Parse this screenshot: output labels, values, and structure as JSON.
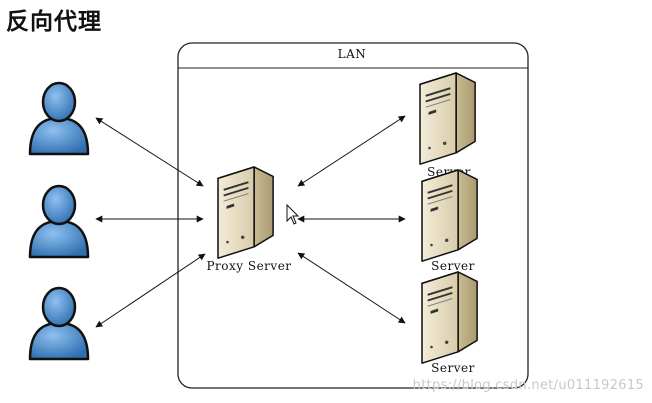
{
  "page_title": "反向代理",
  "lan_label": "LAN",
  "proxy_label": "Proxy Server",
  "server_labels": [
    "Server",
    "Server",
    "Server"
  ],
  "watermark": "https://blog.csdn.net/u011192615",
  "colors": {
    "user_blue": "#4a8fd0",
    "server_beige": "#e6dcc0",
    "arrow": "#111111",
    "lan_border": "#222222"
  }
}
